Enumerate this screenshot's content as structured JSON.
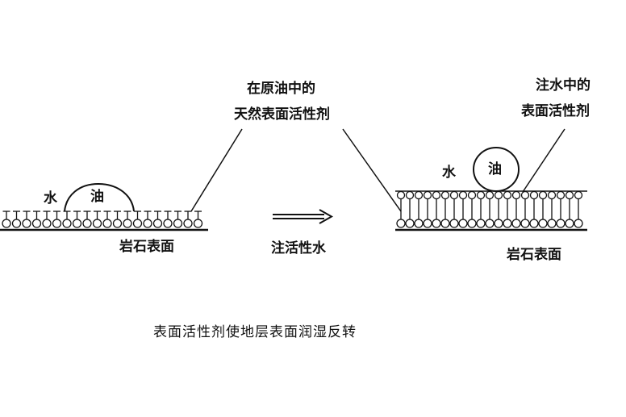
{
  "left": {
    "water_label": "水",
    "oil_label": "油",
    "rock_label": "岩石表面",
    "surfactant_label_line1": "在原油中的",
    "surfactant_label_line2": "天然表面活性剂"
  },
  "middle": {
    "process_label": "注活性水"
  },
  "right": {
    "water_label": "水",
    "oil_label": "油",
    "rock_label": "岩石表面",
    "surfactant_label_line1": "注水中的",
    "surfactant_label_line2": "表面活性剂"
  },
  "caption": "表面活性剂使地层表面润湿反转"
}
